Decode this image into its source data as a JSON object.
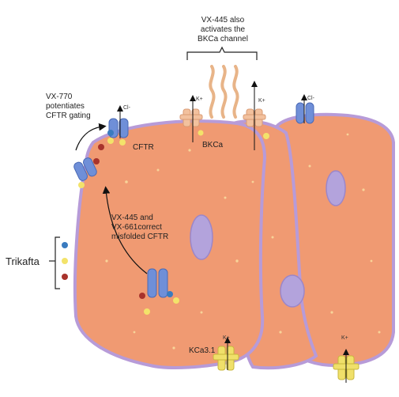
{
  "labels": {
    "bkca_note": [
      "VX-445 also",
      "activates the",
      "BKCa channel"
    ],
    "vx770_note": [
      "VX-770",
      "potentiates",
      "CFTR gating"
    ],
    "correctors_note": [
      "VX-445 and",
      "VX-661correct",
      "misfolded CFTR"
    ],
    "cftr": "CFTR",
    "bkca": "BKCa",
    "kca31": "KCa3.1",
    "trikafta": "Trikafta",
    "ion_cl": "Cl-",
    "ion_k": "K+"
  },
  "colors": {
    "cell_fill": "#f09a72",
    "cell_edge": "#b79bd8",
    "nucleus": "#b3a3dc",
    "cftr_channel": "#6f8fd8",
    "bkca_channel": "#f2c19e",
    "kca_channel": "#f0e06a",
    "drug_blue": "#3a7bbf",
    "drug_yellow": "#f3e36a",
    "drug_red": "#a8332c"
  }
}
